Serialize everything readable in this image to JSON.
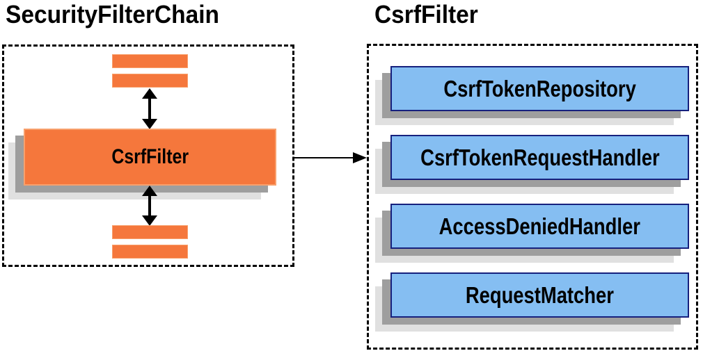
{
  "left_panel": {
    "title": "SecurityFilterChain",
    "node_label": "CsrfFilter"
  },
  "right_panel": {
    "title": "CsrfFilter",
    "components": [
      "CsrfTokenRepository",
      "CsrfTokenRequestHandler",
      "AccessDeniedHandler",
      "RequestMatcher"
    ]
  },
  "colors": {
    "orange_fill": "#f5773c",
    "orange_border": "#f8a06c",
    "blue_fill": "#85bef2",
    "blue_border": "#16207d",
    "shadow_dark": "#9e9e9e",
    "shadow_light": "#e0e0e0",
    "outline": "#000000",
    "text": "#000000"
  }
}
